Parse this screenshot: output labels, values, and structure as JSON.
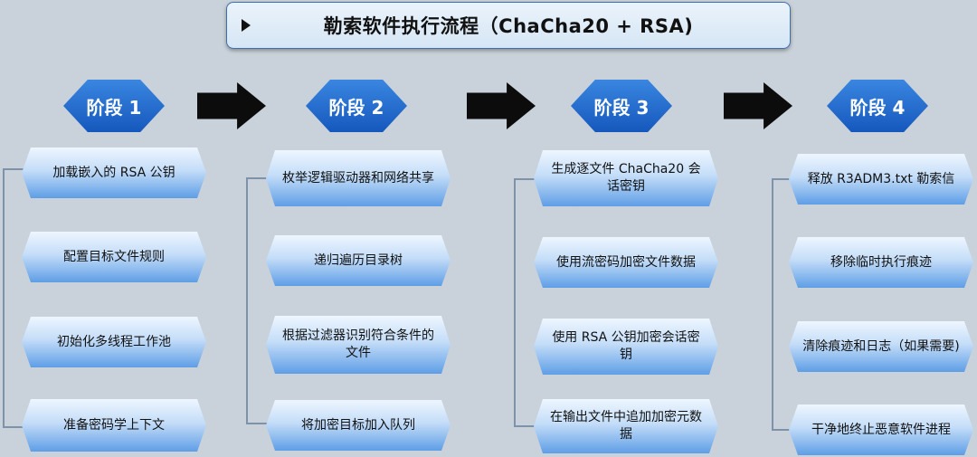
{
  "title": "勒索软件执行流程（ChaCha20 + RSA)",
  "stages": [
    {
      "label": "阶段 1",
      "steps": [
        "加载嵌入的 RSA 公钥",
        "配置目标文件规则",
        "初始化多线程工作池",
        "准备密码学上下文"
      ]
    },
    {
      "label": "阶段 2",
      "steps": [
        "枚举逻辑驱动器和网络共享",
        "递归遍历目录树",
        "根据过滤器识别符合条件的文件",
        "将加密目标加入队列"
      ]
    },
    {
      "label": "阶段 3",
      "steps": [
        "生成逐文件 ChaCha20 会话密钥",
        "使用流密码加密文件数据",
        "使用 RSA 公钥加密会话密钥",
        "在输出文件中追加加密元数据"
      ]
    },
    {
      "label": "阶段 4",
      "steps": [
        "释放 R3ADM3.txt 勒索信",
        "移除临时执行痕迹",
        "清除痕迹和日志（如果需要)",
        "干净地终止恶意软件进程"
      ]
    }
  ],
  "icons": {
    "title_marker": "play-icon",
    "flow_arrow": "right-arrow-icon"
  },
  "colors": {
    "background": "#c9d2da",
    "stage_fill": "#1f6fd1",
    "arrow": "#0c0c0c",
    "step_top": "#eef6ff",
    "step_bottom": "#5e9ee6",
    "connector": "#7e93aa"
  }
}
